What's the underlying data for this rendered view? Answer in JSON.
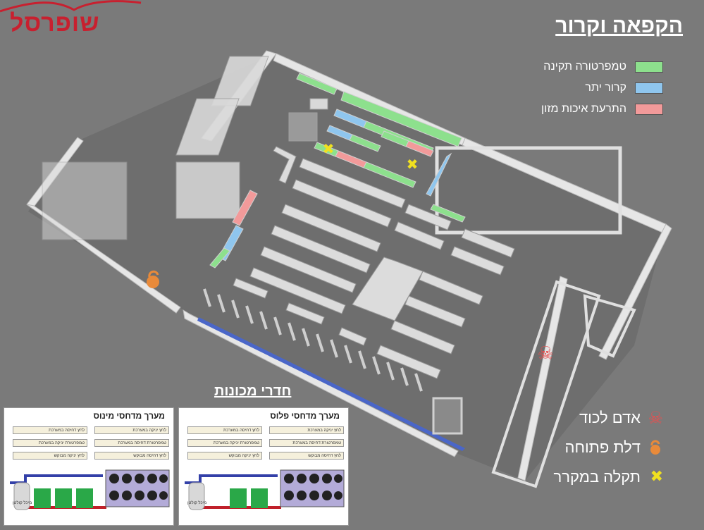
{
  "logo": {
    "text": "שופרסל"
  },
  "title": "הקפאה וקרור",
  "legend": [
    {
      "label": "טמפרטורה תקינה",
      "color": "#8de08d"
    },
    {
      "label": "קרור יתר",
      "color": "#8fc6ee"
    },
    {
      "label": "התרעת איכות מזון",
      "color": "#f29a9a"
    }
  ],
  "machine_rooms": {
    "title": "חדרי מכונות",
    "panels": [
      {
        "title": "מערך מדחסי מינוס",
        "boxes": [
          "לחץ יניקה במערכת",
          "לחץ דחיסה במערכת",
          "טמפרטורת דחיסה במערכת",
          "טמפרטורת יניקה במערכת",
          "לחץ דחיסה מבוקש",
          "לחץ יניקה מבוקש"
        ],
        "tank_label": "מיכל קולטן"
      },
      {
        "title": "מערך מדחסי פלוס",
        "boxes": [
          "לחץ יניקה במערכת",
          "לחץ דחיסה במערכת",
          "טמפרטורת דחיסה במערכת",
          "טמפרטורת יניקה במערכת",
          "לחץ דחיסה מבוקש",
          "לחץ יניקה מבוקש"
        ],
        "tank_label": "מיכל קולטן"
      }
    ]
  },
  "status_legend": [
    {
      "label": "אדם לכוד",
      "icon": "skull-icon"
    },
    {
      "label": "דלת פתוחה",
      "icon": "open-lock-icon"
    },
    {
      "label": "תקלה במקרר",
      "icon": "wrench-icon"
    }
  ],
  "colors": {
    "ok": "#8de08d",
    "cold": "#8fc6ee",
    "alert": "#f29a9a",
    "brand": "#c8202f",
    "accent": "#f0e020"
  }
}
